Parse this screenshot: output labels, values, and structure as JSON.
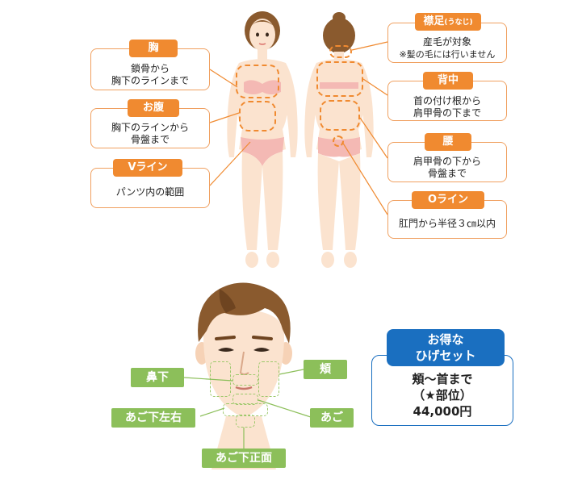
{
  "body_labels": {
    "chest": {
      "title": "胸",
      "desc1": "鎖骨から",
      "desc2": "胸下のラインまで"
    },
    "belly": {
      "title": "お腹",
      "desc1": "胸下のラインから",
      "desc2": "骨盤まで"
    },
    "vline": {
      "title": "Vライン",
      "desc1": "パンツ内の範囲"
    },
    "nape": {
      "title": "襟足",
      "title_small": "(うなじ)",
      "desc1": "産毛が対象",
      "desc2": "※髪の毛には行いません"
    },
    "back": {
      "title": "背中",
      "desc1": "首の付け根から",
      "desc2": "肩甲骨の下まで"
    },
    "waist": {
      "title": "腰",
      "desc1": "肩甲骨の下から",
      "desc2": "骨盤まで"
    },
    "oline": {
      "title": "Oライン",
      "desc1": "肛門から半径３㎝以内"
    }
  },
  "face_labels": {
    "under_nose": "鼻下",
    "cheek": "頬",
    "chin_sides": "あご下左右",
    "chin": "あご",
    "chin_front": "あご下正面"
  },
  "offer": {
    "heading1": "お得な",
    "heading2": "ひげセット",
    "line1": "頬～首まで",
    "line2": "（★部位）",
    "price": "44,000円"
  },
  "colors": {
    "orange": "#f08a30",
    "green": "#8cbf5a",
    "blue": "#1a6fc0",
    "skin": "#fbe3cf",
    "hair": "#8a5a2e"
  }
}
